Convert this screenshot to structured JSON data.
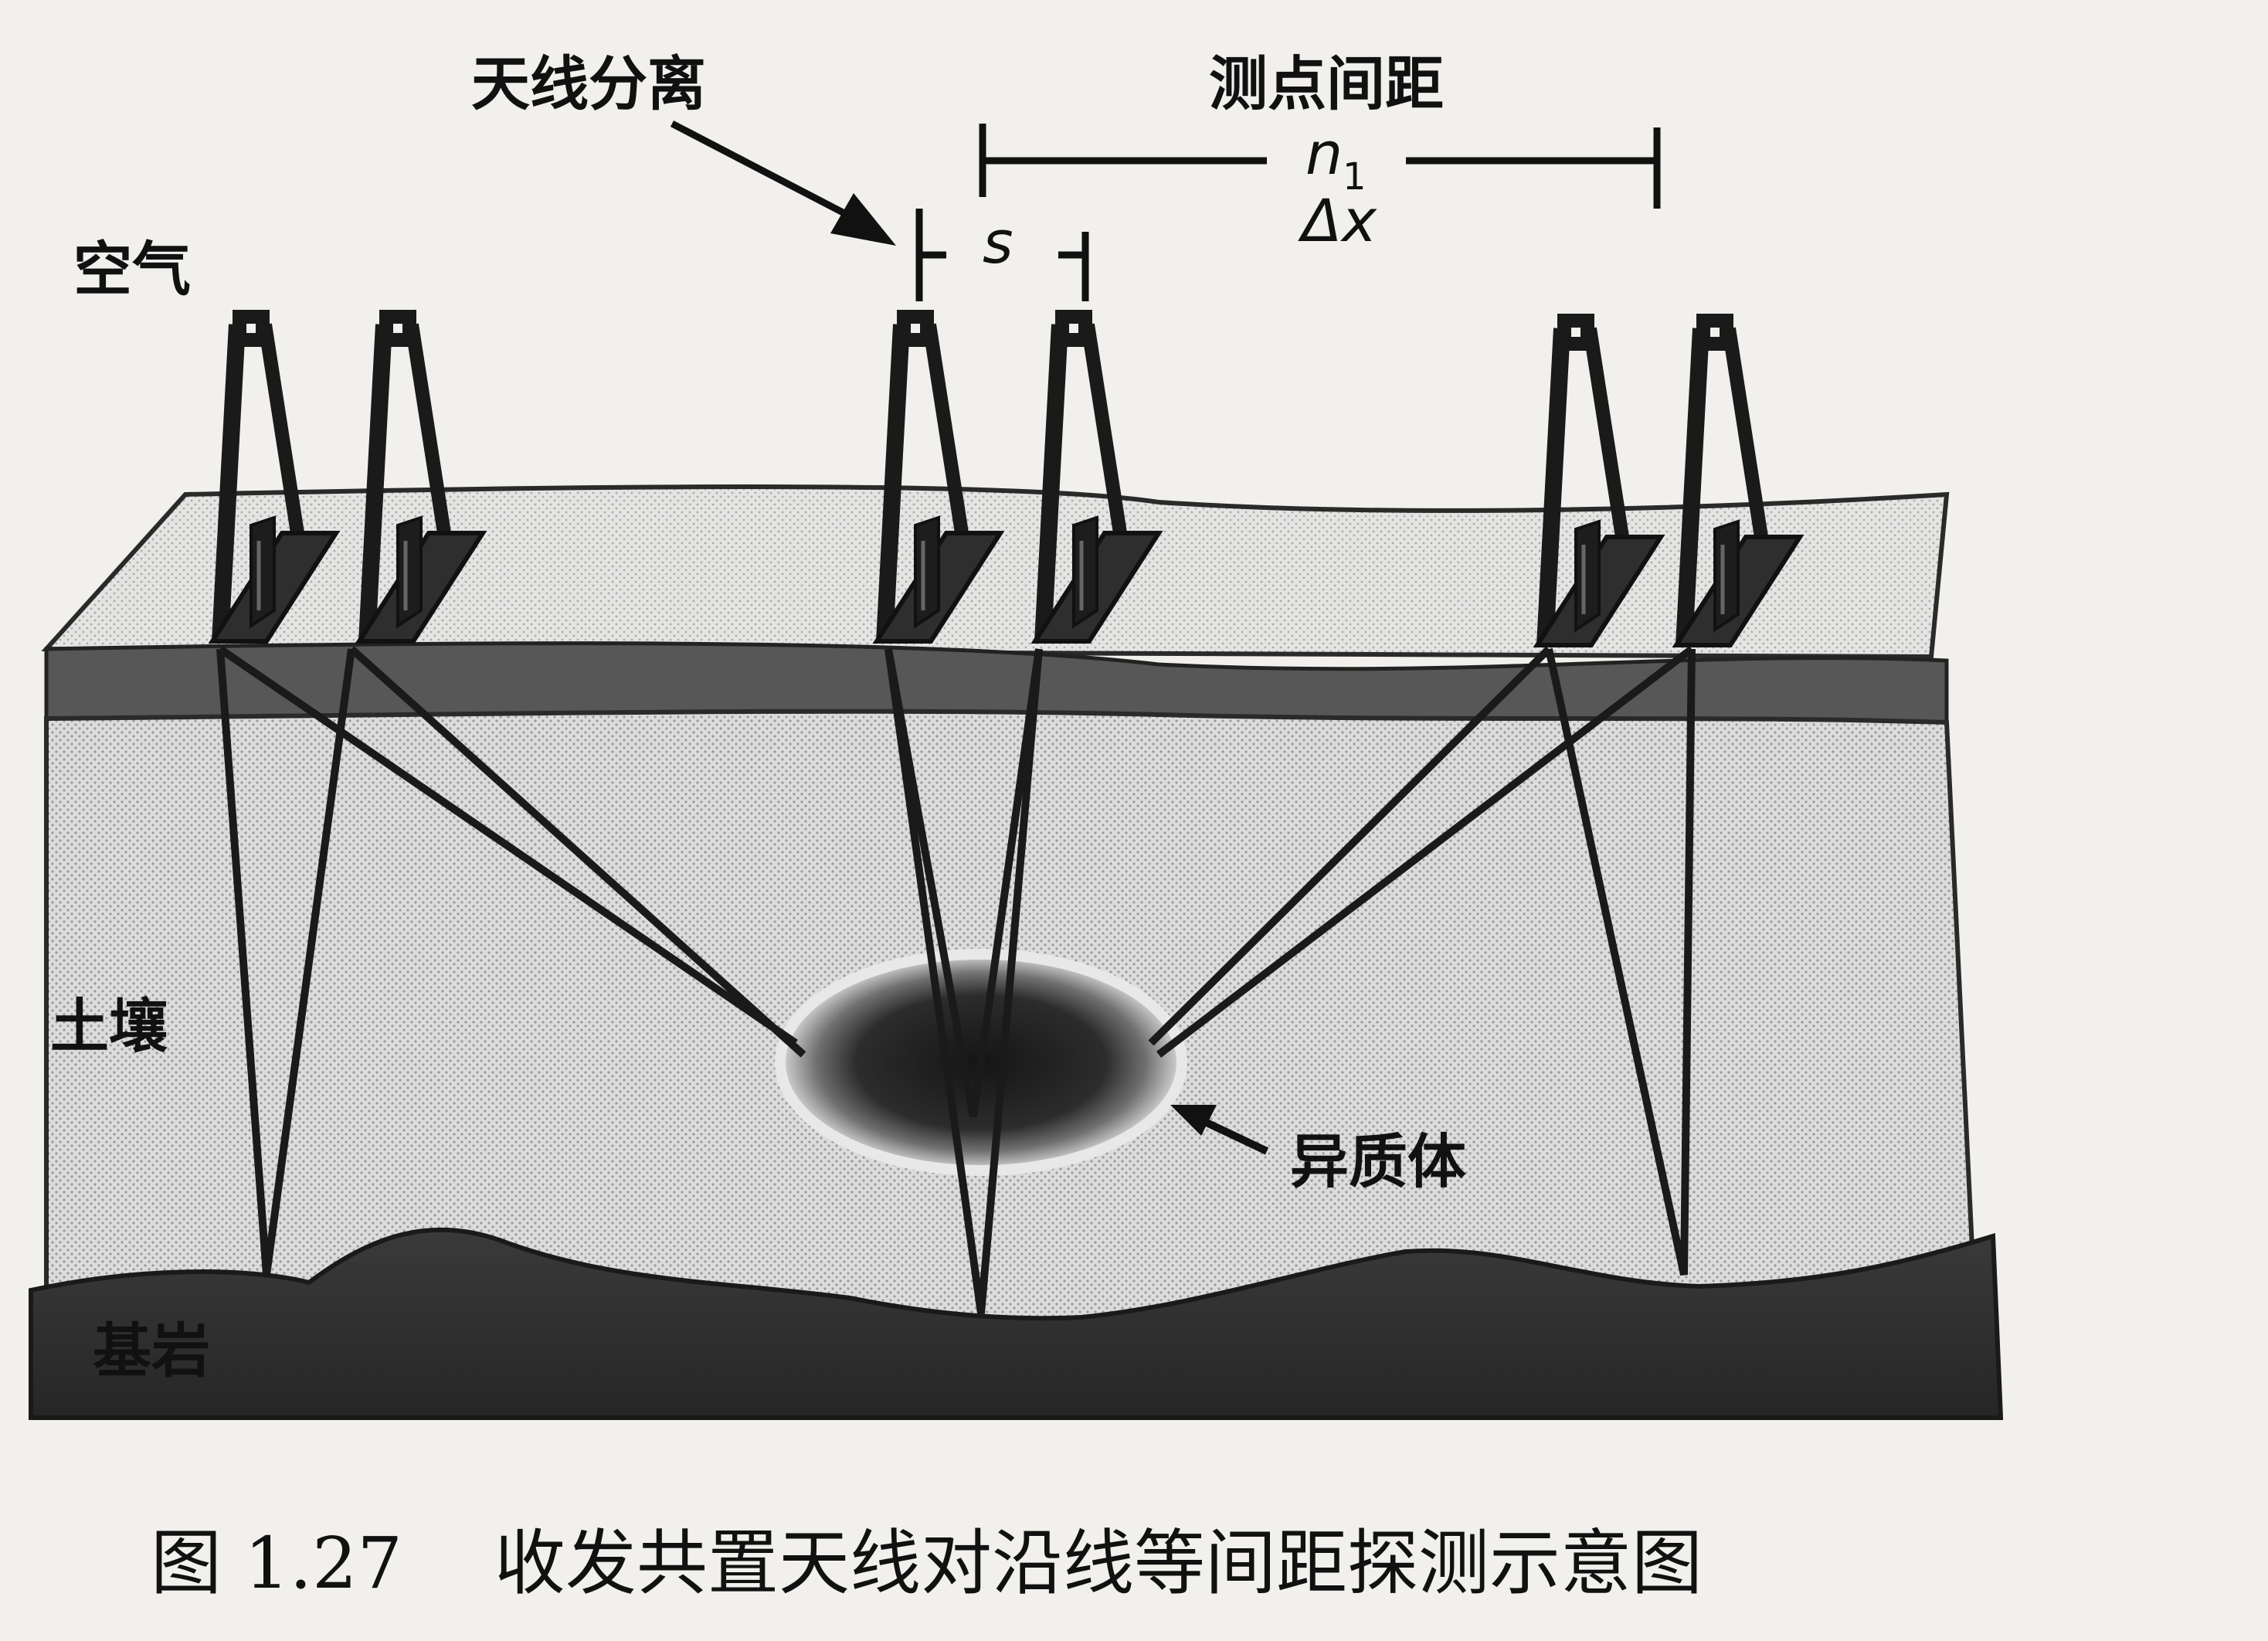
{
  "labels": {
    "antenna_separation": "天线分离",
    "station_spacing": "测点间距",
    "s": "s",
    "n1": "n",
    "n1_sub": "1",
    "dx": "Δx",
    "air": "空气",
    "soil": "土壤",
    "bedrock": "基岩",
    "anomaly": "异质体"
  },
  "caption": {
    "number": "图 1.27",
    "text": "收发共置天线对沿线等间距探测示意图"
  }
}
